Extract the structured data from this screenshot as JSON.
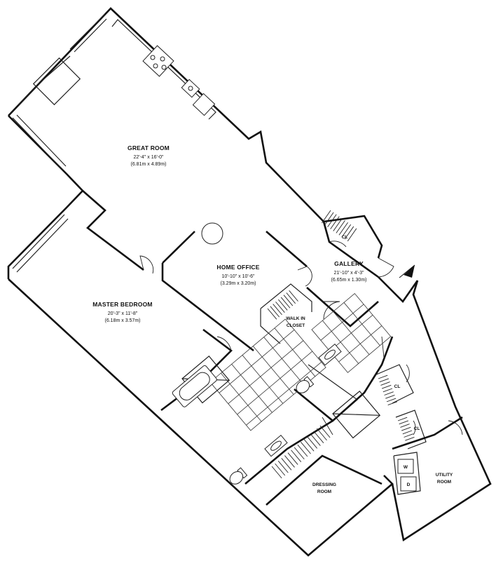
{
  "rooms": {
    "great_room": {
      "name": "GREAT ROOM",
      "dim_imperial": "22'-4\" x 16'-0\"",
      "dim_metric": "(6.81m x 4.89m)"
    },
    "master_bedroom": {
      "name": "MASTER BEDROOM",
      "dim_imperial": "20'-3\" x 11'-8\"",
      "dim_metric": "(6.18m x 3.57m)"
    },
    "home_office": {
      "name": "HOME OFFICE",
      "dim_imperial": "10'-10\" x 10'-6\"",
      "dim_metric": "(3.29m x 3.20m)"
    },
    "gallery": {
      "name": "GALLERY",
      "dim_imperial": "21'-10\" x 4'-3\"",
      "dim_metric": "(6.65m x 1.30m)"
    },
    "walk_in_closet": {
      "name_line1": "WALK IN",
      "name_line2": "CLOSET"
    },
    "dressing_room": {
      "name_line1": "DRESSING",
      "name_line2": "ROOM"
    },
    "utility_room": {
      "name_line1": "UTILITY",
      "name_line2": "ROOM"
    }
  },
  "closets": {
    "gallery_closet": "CL",
    "closet_1": "CL",
    "closet_2": "CL"
  },
  "appliances": {
    "washer": "W",
    "dryer": "D"
  }
}
